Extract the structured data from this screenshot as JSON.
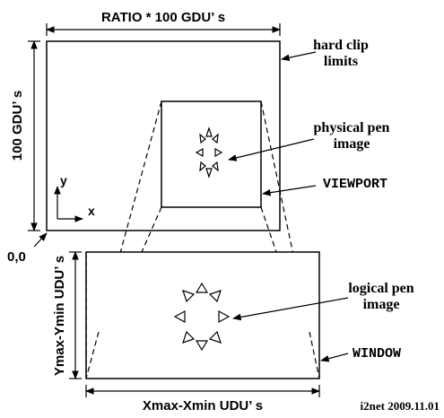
{
  "labels": {
    "screen_width": "RATIO * 100 GDU’ s",
    "screen_height": "100 GDU’ s",
    "hard_clip_line1": "hard clip",
    "hard_clip_line2": "limits",
    "physical_pen_line1": "physical pen",
    "physical_pen_line2": "image",
    "viewport": "VIEWPORT",
    "origin": "0,0",
    "axis_y": "y",
    "axis_x": "x",
    "logical_pen_line1": "logical pen",
    "logical_pen_line2": "image",
    "window": "WINDOW",
    "window_height": "Ymax-Ymin UDU’ s",
    "window_width": "Xmax-Xmin UDU’ s",
    "credit": "i2net 2009.11.01"
  }
}
